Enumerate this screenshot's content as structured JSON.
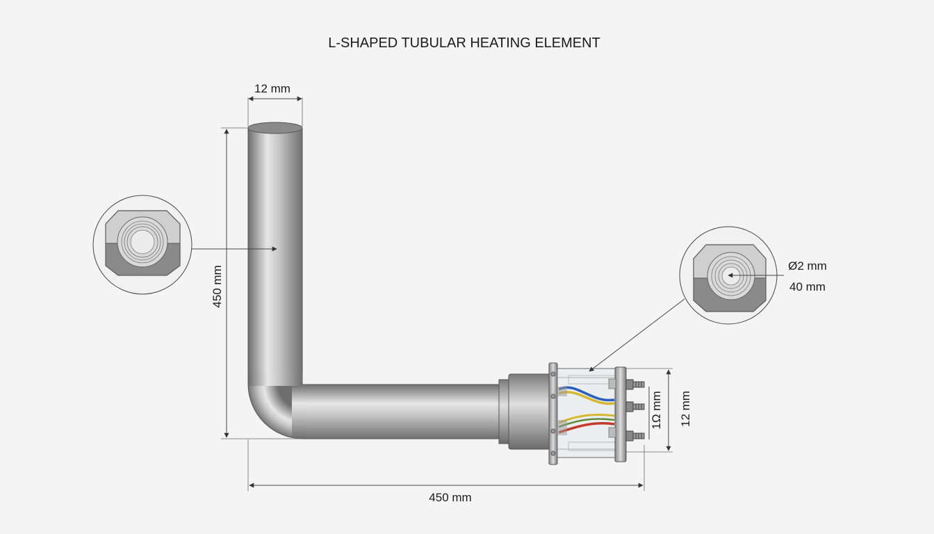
{
  "title": "L-SHAPED TUBULAR HEATING ELEMENT",
  "dimensions": {
    "tube_diameter": "12 mm",
    "vertical_length": "450 mm",
    "horizontal_length": "450 mm",
    "terminal_height": "12 mm",
    "terminal_inner": "1Ω mm"
  },
  "detail_right": {
    "diameter_label": "Ø2 mm",
    "length_label": "40 mm"
  },
  "colors": {
    "tube": "#a9a9a9",
    "wire_blue": "#2c5fb8",
    "wire_yellow": "#d4b830",
    "wire_red": "#c23a2a",
    "wire_green": "#5a8a3a"
  }
}
